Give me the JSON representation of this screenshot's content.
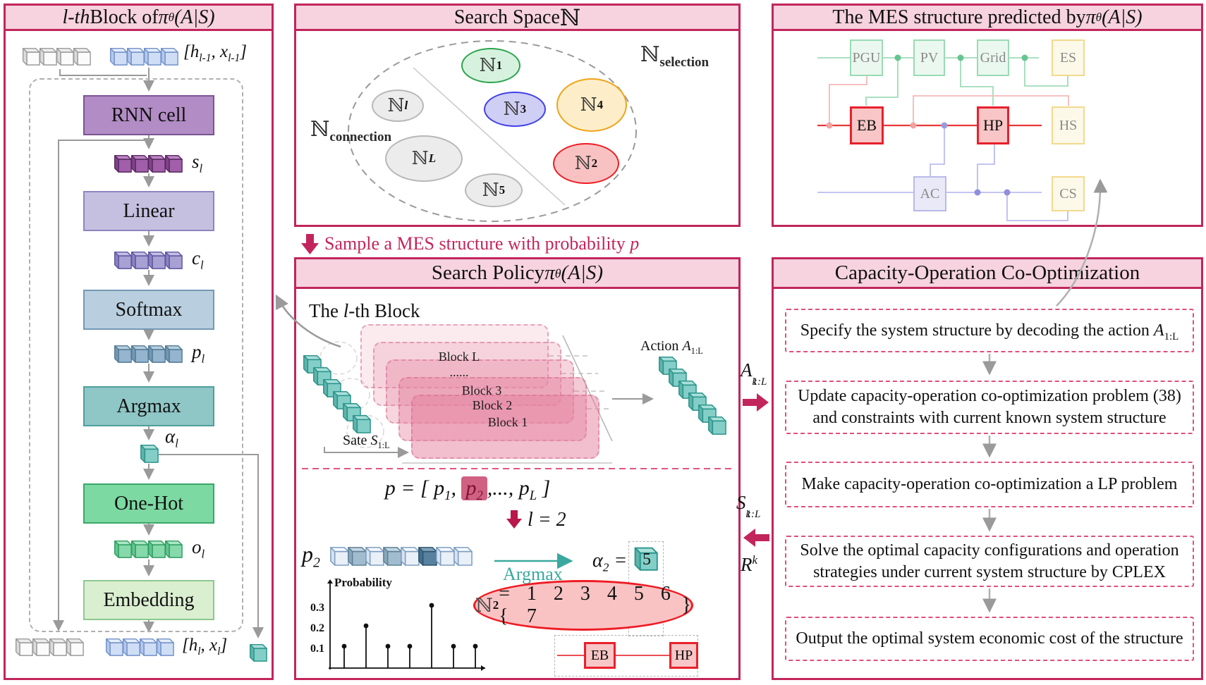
{
  "colors": {
    "accent": "#c2255c",
    "red": "#ee1c24",
    "teal": "#3aa89e",
    "header_pink": "#f6d3de"
  },
  "left_panel": {
    "title": {
      "lth": "l-th",
      "mid": " Block of ",
      "pi": "π",
      "theta": "θ",
      "args": "(A|S)"
    },
    "input_label": {
      "a": "[h",
      "s1": "l-1",
      "b": ", x",
      "s2": "l-1",
      "c": "]"
    },
    "boxes": {
      "rnn": "RNN cell",
      "linear": "Linear",
      "softmax": "Softmax",
      "argmax": "Argmax",
      "onehot": "One-Hot",
      "embedding": "Embedding"
    },
    "vars": {
      "s": {
        "v": "s",
        "sub": "l"
      },
      "c": {
        "v": "c",
        "sub": "l"
      },
      "p": {
        "v": "p",
        "sub": "l"
      },
      "alpha": {
        "v": "α",
        "sub": "l"
      },
      "o": {
        "v": "o",
        "sub": "l"
      }
    },
    "output_label": {
      "a": "[h",
      "s1": "l",
      "b": ", x",
      "s2": "l",
      "c": "]"
    }
  },
  "search_space": {
    "title": {
      "text": "Search Space ",
      "n": "ℕ"
    },
    "connection": {
      "n": "ℕ",
      "sub": "connection"
    },
    "selection": {
      "n": "ℕ",
      "sub": "selection"
    },
    "sets": [
      {
        "n": "ℕ",
        "sub": "1"
      },
      {
        "n": "ℕ",
        "sub": "l"
      },
      {
        "n": "ℕ",
        "sub": "3"
      },
      {
        "n": "ℕ",
        "sub": "4"
      },
      {
        "n": "ℕ",
        "sub": "L"
      },
      {
        "n": "ℕ",
        "sub": "5"
      },
      {
        "n": "ℕ",
        "sub": "2"
      }
    ]
  },
  "sample_note": {
    "text": "Sample a MES structure with probability ",
    "p": "p"
  },
  "search_policy": {
    "title": {
      "text": "Search Policy ",
      "pi": "π",
      "theta": "θ",
      "args": "(A|S)"
    },
    "lth_block": {
      "a": "The ",
      "l": "l",
      "b": "-th Block"
    },
    "blocks": [
      "Block L",
      "......",
      "Block 3",
      "Block 2",
      "Block 1"
    ],
    "state": {
      "a": "Sate ",
      "v": "S",
      "sub": "1:L"
    },
    "action": {
      "a": "Action ",
      "v": "A",
      "sub": "1:L"
    },
    "formula": {
      "lhs": "p = [ ",
      "p1": "p",
      "s1": "1",
      "c1": ", ",
      "p2": "p",
      "s2": "2",
      "c2": ",..., ",
      "pl": "p",
      "sl": "L",
      "rb": " ]"
    },
    "l_eq": {
      "l": "l",
      "rest": " = 2"
    },
    "p2": {
      "v": "p",
      "sub": "2"
    },
    "argmax": "Argmax",
    "alpha2": {
      "v": "α",
      "sub": "2",
      "eq": " ="
    },
    "alpha_value": "5",
    "set": {
      "n": "ℕ",
      "sub": "2",
      "eq": " = {",
      "nums": "1 2 3 4 5 6 7",
      "close": "}"
    },
    "mini": {
      "eb": "EB",
      "hp": "HP"
    }
  },
  "chart_data": {
    "type": "stem",
    "x": [
      1,
      2,
      3,
      4,
      5,
      6,
      7
    ],
    "values": [
      0.1,
      0.2,
      0.1,
      0.1,
      0.3,
      0.1,
      0.1
    ],
    "title": "",
    "xlabel": "",
    "ylabel": "Probability",
    "yticks": [
      0.1,
      0.2,
      0.3
    ],
    "ylim": [
      0,
      0.38
    ]
  },
  "mes": {
    "title": {
      "text": "The MES structure predicted by ",
      "pi": "π",
      "theta": "θ",
      "args": "(A|S)"
    },
    "nodes": [
      {
        "label": "PGU"
      },
      {
        "label": "PV"
      },
      {
        "label": "Grid"
      },
      {
        "label": "ES"
      },
      {
        "label": "EB"
      },
      {
        "label": "HP"
      },
      {
        "label": "HS"
      },
      {
        "label": "AC"
      },
      {
        "label": "CS"
      }
    ]
  },
  "co_opt": {
    "title": "Capacity-Operation Co-Optimization",
    "steps": [
      {
        "text": "Specify the system structure by decoding the action ",
        "math": {
          "v": "A",
          "sub": "1:L"
        }
      },
      {
        "text": "Update capacity-operation co-optimization problem (38) and constraints with current known system structure"
      },
      {
        "text": "Make capacity-operation co-optimization a LP problem"
      },
      {
        "text": "Solve the optimal capacity configurations and operation strategies under current system structure by CPLEX"
      },
      {
        "text": "Output the optimal system economic cost of the structure"
      }
    ]
  },
  "exchange": {
    "a": {
      "v": "A",
      "sup": "k",
      "sub": "1:L"
    },
    "s": {
      "v": "S",
      "sup": "k",
      "sub": "1:L"
    },
    "r": {
      "v": "R",
      "sup": "k"
    }
  }
}
